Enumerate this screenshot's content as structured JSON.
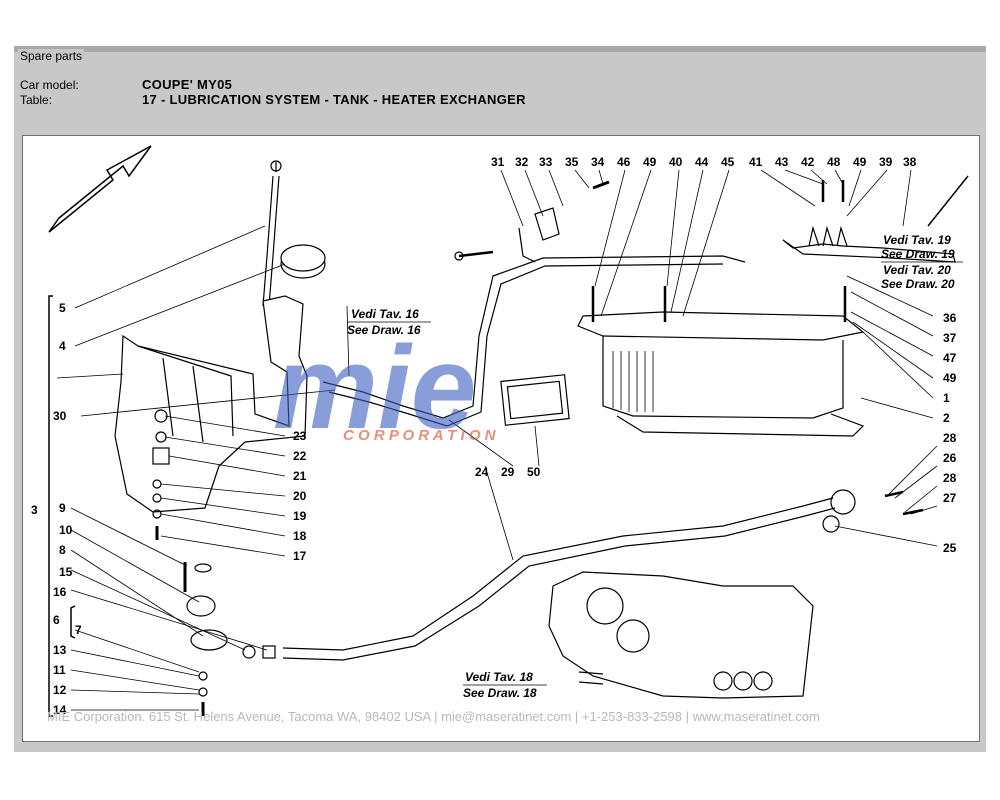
{
  "panel": {
    "title": "Spare parts",
    "car_model_label": "Car model:",
    "car_model_value": "COUPE' MY05",
    "table_label": "Table:",
    "table_value": "17 - LUBRICATION SYSTEM - TANK - HEATER EXCHANGER"
  },
  "drawing": {
    "part_numbers": [
      "31",
      "32",
      "33",
      "35",
      "34",
      "46",
      "49",
      "40",
      "44",
      "45",
      "41",
      "43",
      "42",
      "48",
      "49",
      "39",
      "38",
      "5",
      "4",
      "30",
      "23",
      "22",
      "21",
      "20",
      "19",
      "18",
      "17",
      "24",
      "29",
      "50",
      "36",
      "37",
      "47",
      "49",
      "1",
      "2",
      "28",
      "26",
      "28",
      "27",
      "25",
      "3",
      "9",
      "10",
      "8",
      "15",
      "16",
      "6",
      "7",
      "13",
      "11",
      "12",
      "14"
    ],
    "references": {
      "vedi_16": "Vedi Tav. 16",
      "see_16": "See Draw. 16",
      "vedi_19": "Vedi Tav. 19",
      "see_19": "See Draw. 19",
      "vedi_20": "Vedi Tav. 20",
      "see_20": "See Draw. 20",
      "vedi_18": "Vedi Tav. 18",
      "see_18": "See Draw. 18"
    },
    "watermark_logo": "mie",
    "watermark_corp": "C O R P O R A T I O N",
    "footer": "MIE Corporation. 615 St. Helens Avenue, Tacoma WA, 98402 USA  |  mie@maseratinet.com  |  +1-253-833-2598  |  www.maseratinet.com"
  }
}
